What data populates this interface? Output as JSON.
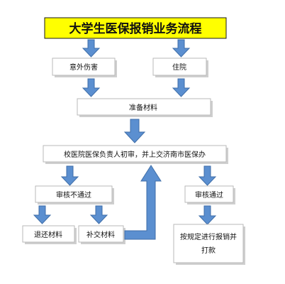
{
  "title": "大学生医保报销业务流程",
  "nodes": {
    "accident": "意外伤害",
    "hospital": "住院",
    "prepare": "准备材料",
    "review": "校医院医保负责人初审，并上交济南市医保办",
    "fail": "审核不通过",
    "pass": "审核通过",
    "return_materials": "退还材料",
    "supplement": "补交材料",
    "reimburse_line1": "按规定进行报销并",
    "reimburse_line2": "打款"
  },
  "colors": {
    "title_fill": "#ffff00",
    "arrow": "#5b8fd0",
    "box_border": "#b9b9b9"
  }
}
